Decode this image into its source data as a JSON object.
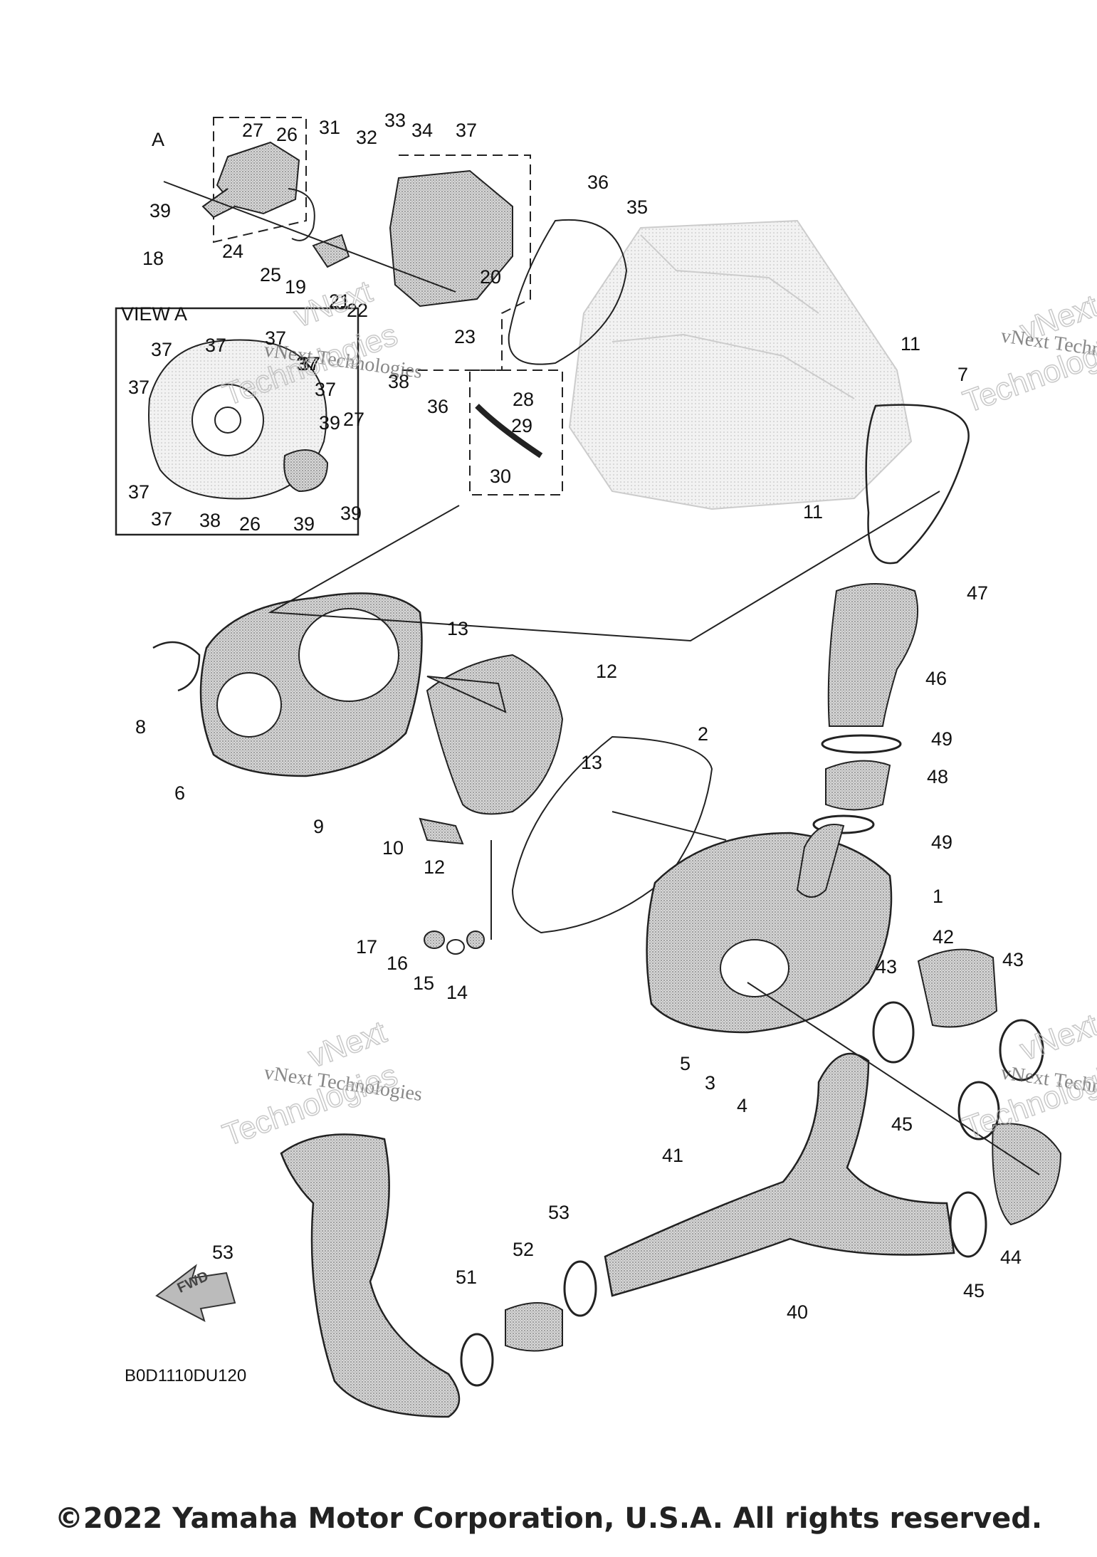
{
  "watermark": {
    "brand": "vNext",
    "company": "vNext Technologies",
    "word": "Technologies"
  },
  "callouts": [
    "27",
    "26",
    "31",
    "32",
    "33",
    "34",
    "37",
    "36",
    "35",
    "39",
    "18",
    "24",
    "25",
    "19",
    "21",
    "22",
    "20",
    "23",
    "38",
    "36",
    "28",
    "29",
    "30",
    "11",
    "7",
    "11",
    "47",
    "46",
    "49",
    "48",
    "49",
    "13",
    "12",
    "13",
    "8",
    "6",
    "9",
    "10",
    "12",
    "2",
    "1",
    "42",
    "43",
    "43",
    "17",
    "16",
    "15",
    "14",
    "5",
    "3",
    "4",
    "45",
    "41",
    "53",
    "52",
    "53",
    "51",
    "40",
    "45",
    "44",
    "A"
  ],
  "view_a": {
    "title": "VIEW A",
    "labels": [
      "37",
      "37",
      "37",
      "37",
      "37",
      "37",
      "37",
      "27",
      "39",
      "39",
      "37",
      "37",
      "38",
      "26",
      "39"
    ]
  },
  "drawing_code": "B0D1110DU120",
  "fwd_label": "FWD",
  "copyright": "©2022 Yamaha Motor Corporation, U.S.A. All rights reserved."
}
